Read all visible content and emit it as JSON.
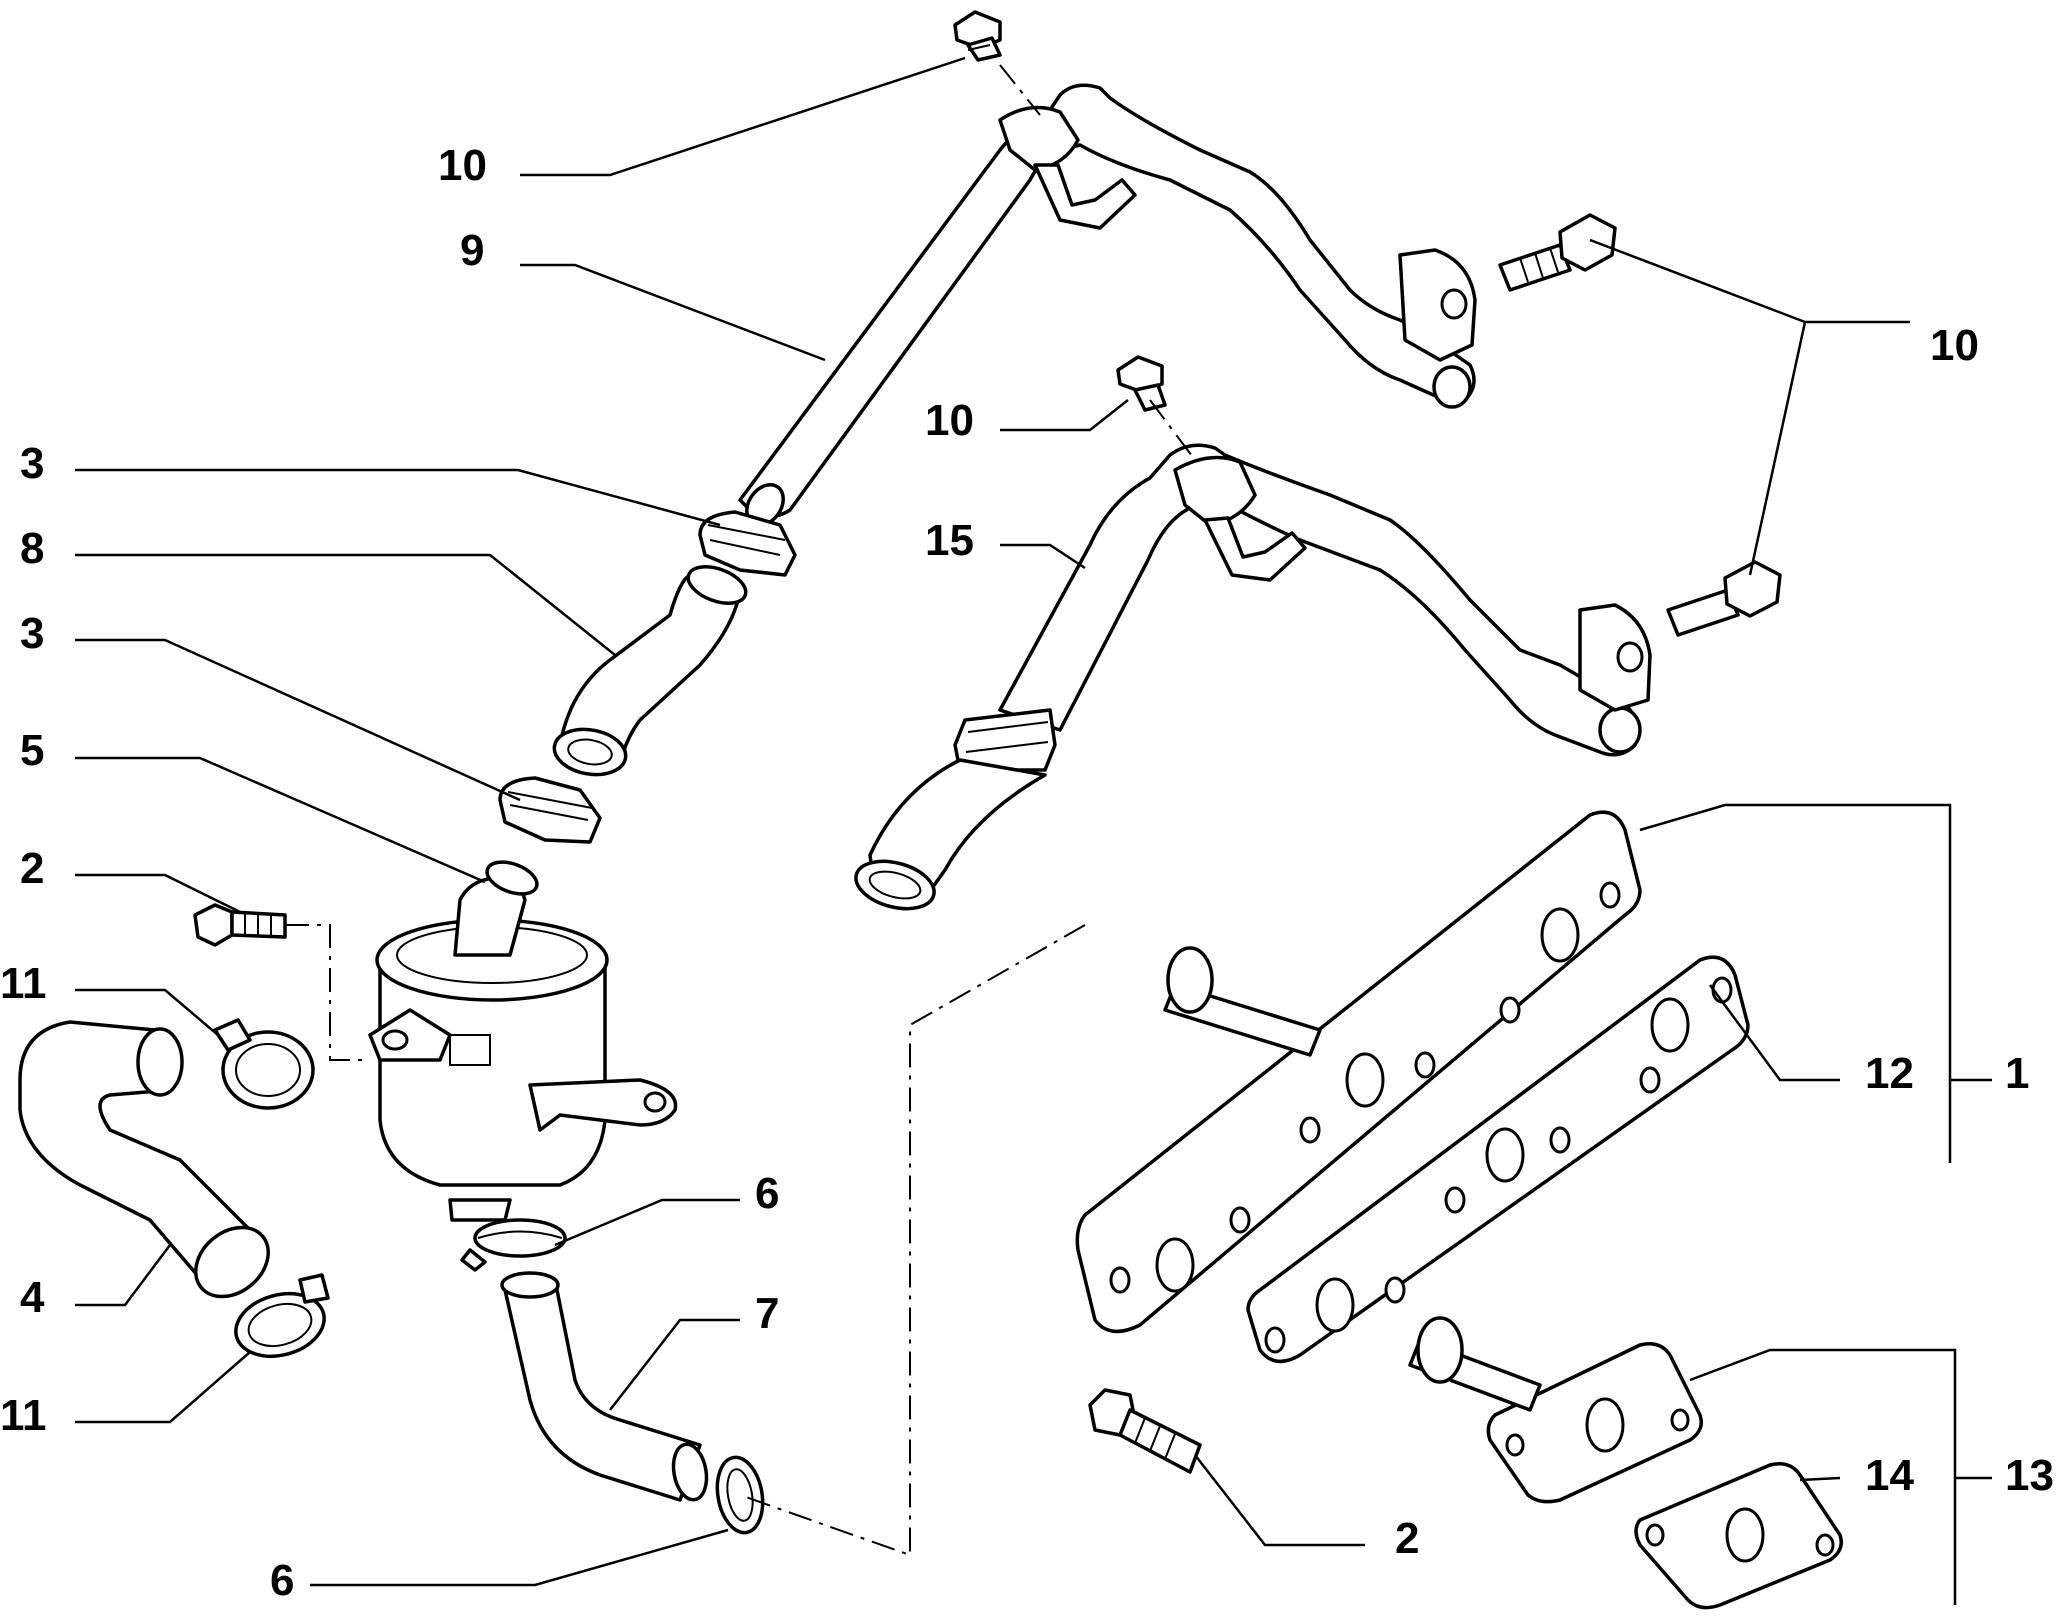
{
  "callouts": {
    "c10_top": "10",
    "c9": "9",
    "c10_right": "10",
    "c10_mid": "10",
    "c15": "15",
    "c3_upper": "3",
    "c8": "8",
    "c3_lower": "3",
    "c5": "5",
    "c2_left": "2",
    "c11_upper": "11",
    "c4": "4",
    "c11_lower": "11",
    "c6_upper": "6",
    "c7": "7",
    "c6_lower": "6",
    "c12": "12",
    "c1": "1",
    "c14": "14",
    "c13": "13",
    "c2_bottom": "2"
  }
}
